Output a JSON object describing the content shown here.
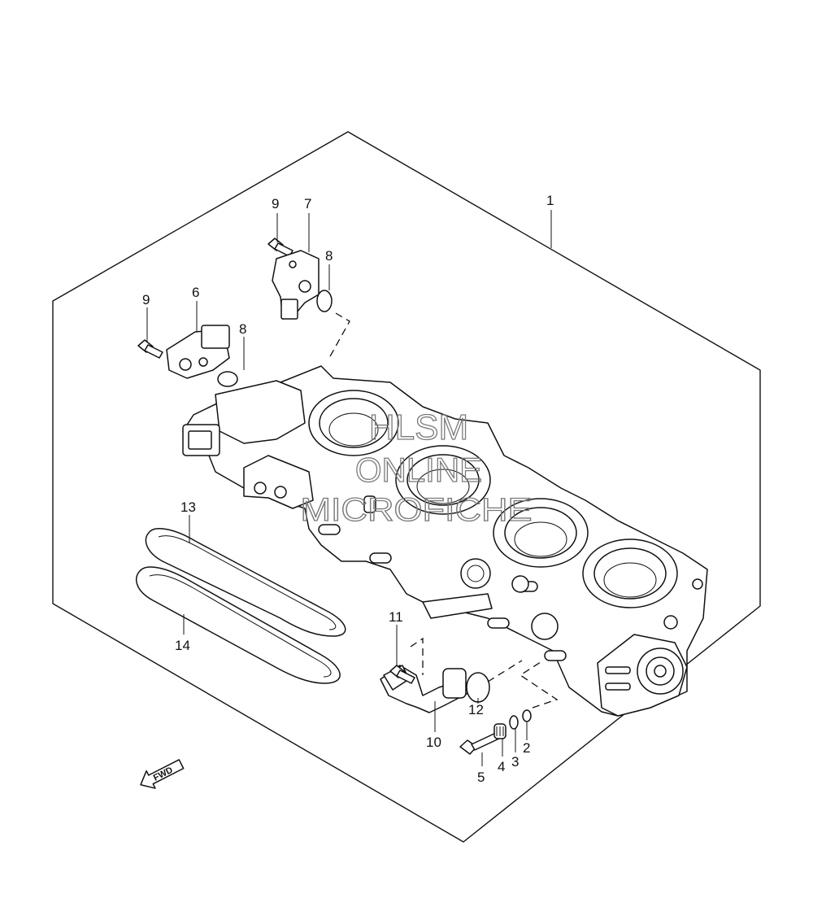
{
  "callouts": {
    "c1": "1",
    "c2": "2",
    "c3": "3",
    "c4": "4",
    "c5": "5",
    "c6": "6",
    "c7": "7",
    "c8a": "8",
    "c8b": "8",
    "c9a": "9",
    "c9b": "9",
    "c10": "10",
    "c11": "11",
    "c12": "12",
    "c13": "13",
    "c14": "14"
  },
  "watermark": {
    "line1": "HLSM",
    "line2": "ONLINE",
    "line3": "MICROFICHE"
  },
  "direction_arrow": {
    "label": "FWD"
  }
}
